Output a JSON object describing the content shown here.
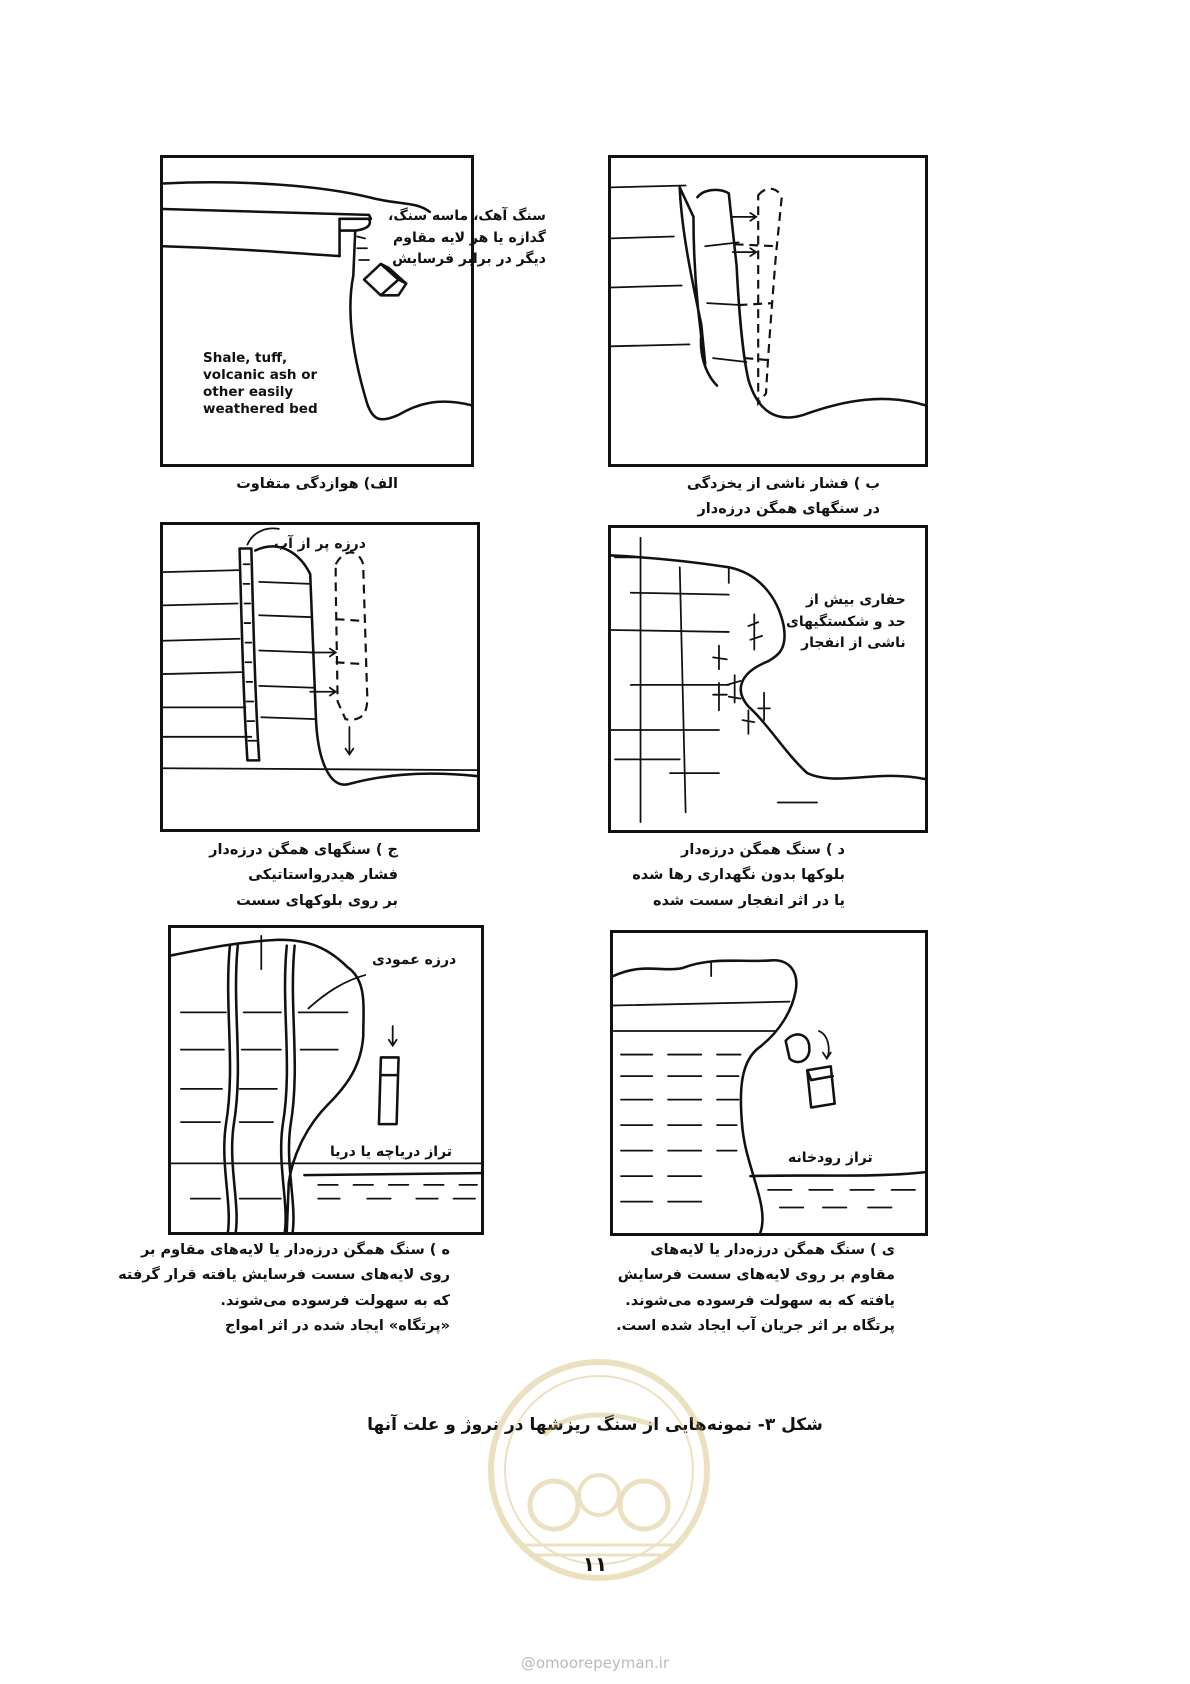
{
  "panels": {
    "alef": {
      "label_resistant": [
        "سنگ آهک، ماسه سنگ،",
        "گدازه یا هر لایه مقاوم",
        "دیگر در برابر فرسایش"
      ],
      "label_weak": [
        "Shale, tuff,",
        "volcanic ash or",
        "other easily",
        "weathered bed"
      ],
      "caption": [
        "الف) هوازدگی متفاوت"
      ]
    },
    "be": {
      "caption": [
        "ب ) فشار ناشی از یخزدگی",
        "در سنگهای همگن درزه‌دار"
      ]
    },
    "jim": {
      "label": [
        "درزه پر از آب"
      ],
      "caption": [
        "ج ) سنگهای همگن درزه‌دار",
        "فشار هیدرواستاتیکی",
        "بر روی بلوکهای سست"
      ]
    },
    "dal": {
      "label": [
        "حفاری بیش از",
        "حد و شکستگیهای",
        "ناشی از انفجار"
      ],
      "caption": [
        "د ) سنگ همگن درزه‌دار",
        "بلوکها بدون نگهداری رها شده",
        "یا در اثر انفجار سست شده"
      ]
    },
    "he": {
      "label_joint": [
        "درزه عمودی"
      ],
      "label_level": [
        "تراز دریاچه یا دریا"
      ],
      "caption": [
        "ه ) سنگ همگن درزه‌دار یا لایه‌های مقاوم بر",
        "روی لایه‌های سست فرسایش یافته قرار گرفته",
        "که به سهولت فرسوده می‌شوند.",
        "«پرتگاه» ایجاد شده در اثر امواج"
      ]
    },
    "ye": {
      "label_level": [
        "تراز رودخانه"
      ],
      "caption": [
        "ی ) سنگ همگن درزه‌دار یا لایه‌های",
        "مقاوم بر روی لایه‌های سست فرسایش",
        "یافته که به سهولت فرسوده می‌شوند.",
        "پرتگاه بر اثر جریان آب ایجاد شده است."
      ]
    }
  },
  "figure_title": "شکل ۳- نمونه‌هایی از سنگ ریزشها در نروژ و علت آنها",
  "page_number": "۱۱",
  "watermark": "@omoorepeyman.ir"
}
